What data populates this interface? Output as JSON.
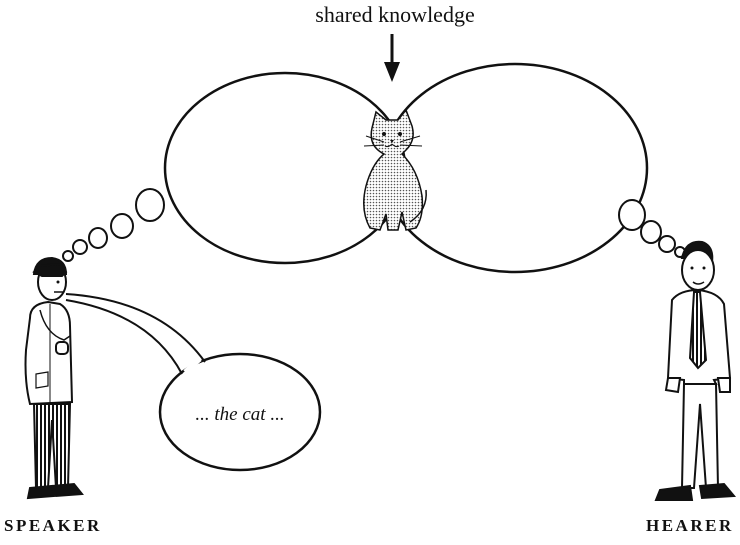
{
  "diagram": {
    "shared_label": "shared knowledge",
    "speech_text": "... the cat ...",
    "speaker_label": "SPEAKER",
    "hearer_label": "HEARER"
  },
  "colors": {
    "ink": "#111111",
    "cat_fill": "#b8b8b8",
    "background": "#ffffff"
  }
}
